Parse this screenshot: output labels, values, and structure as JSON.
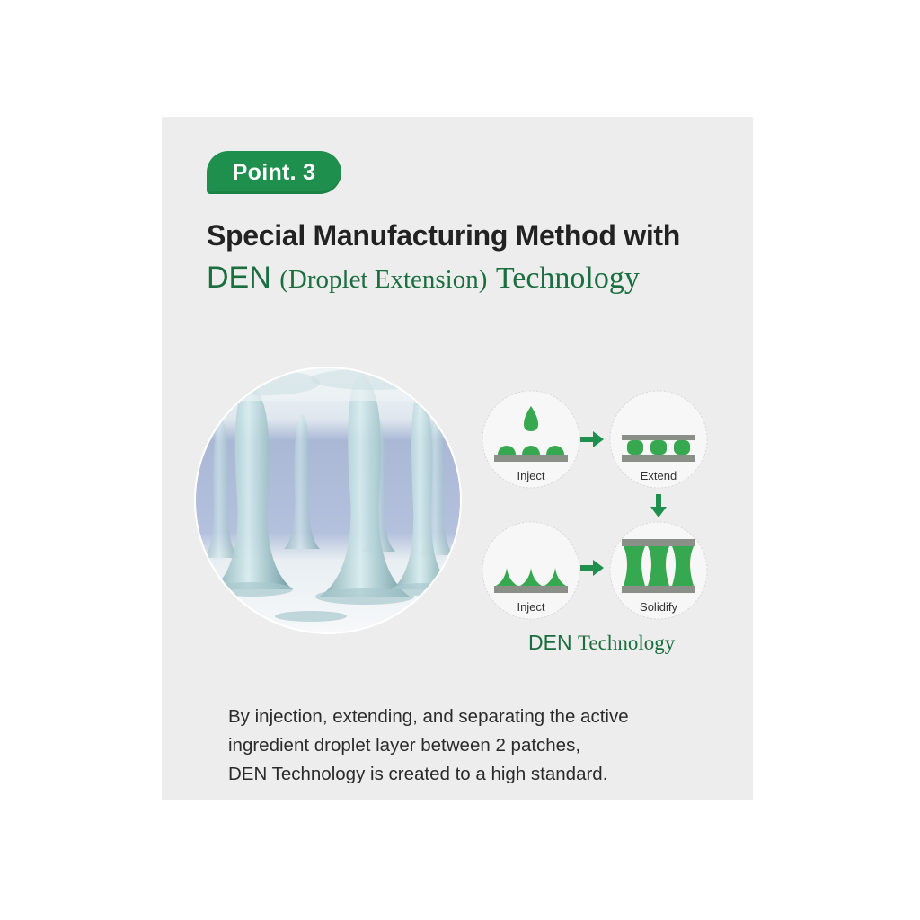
{
  "badge": {
    "label": "Point. 3"
  },
  "heading": {
    "line1": "Special Manufacturing Method with",
    "den": "DEN",
    "paren": "(Droplet Extension)",
    "tech": "Technology"
  },
  "process": {
    "steps": [
      {
        "label": "Inject",
        "icon": "droplet-inject-icon"
      },
      {
        "label": "Extend",
        "icon": "extend-plates-icon"
      },
      {
        "label": "Inject",
        "icon": "cone-inject-icon"
      },
      {
        "label": "Solidify",
        "icon": "solidify-columns-icon"
      }
    ],
    "caption_den": "DEN",
    "caption_tech": "Technology"
  },
  "description": {
    "lines": [
      "By injection, extending, and separating the active",
      "ingredient droplet layer between 2 patches,",
      "DEN Technology is created to a high standard."
    ]
  },
  "colors": {
    "brand_green": "#1f8f4e",
    "dark_green_text": "#1b6e3f",
    "shape_green": "#36a84f",
    "plate_gray": "#8a8f88",
    "panel_bg": "#ededed"
  }
}
